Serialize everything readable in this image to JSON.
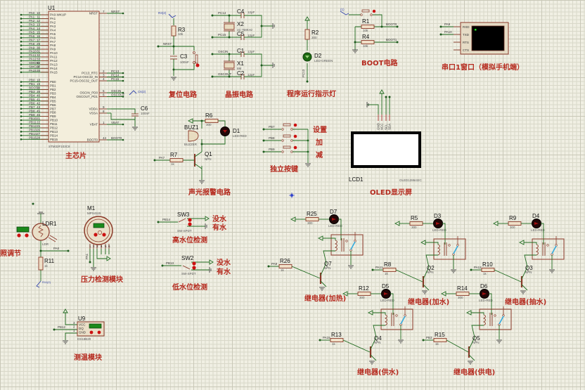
{
  "u1": {
    "ref": "U1",
    "part": "STM32F103C8",
    "caption": "主芯片",
    "left_pins_a": [
      {
        "num": "10",
        "name": "PA0-WKUP",
        "net": "PA0"
      },
      {
        "num": "11",
        "name": "PA1",
        "net": "PA1"
      },
      {
        "num": "12",
        "name": "PA2",
        "net": "PA2"
      },
      {
        "num": "13",
        "name": "PA3",
        "net": "PA3"
      },
      {
        "num": "14",
        "name": "PA4",
        "net": "PA4"
      },
      {
        "num": "15",
        "name": "PA5",
        "net": "PA5"
      },
      {
        "num": "16",
        "name": "PA6",
        "net": "PA6"
      },
      {
        "num": "17",
        "name": "PA7",
        "net": "PA7"
      },
      {
        "num": "29",
        "name": "PA8",
        "net": "PA8"
      },
      {
        "num": "30",
        "name": "PA9",
        "net": "PA9"
      },
      {
        "num": "31",
        "name": "PA10",
        "net": "PA10"
      },
      {
        "num": "32",
        "name": "PA11",
        "net": "PA11"
      },
      {
        "num": "33",
        "name": "PA12",
        "net": "PA12"
      },
      {
        "num": "34",
        "name": "PA13",
        "net": "SWDIO"
      },
      {
        "num": "37",
        "name": "PA14",
        "net": "SWCLK"
      },
      {
        "num": "38",
        "name": "PA15",
        "net": "PA15"
      }
    ],
    "left_pins_b": [
      {
        "num": "18",
        "name": "PB0",
        "net": "PB0"
      },
      {
        "num": "19",
        "name": "PB1",
        "net": "PB1"
      },
      {
        "num": "20",
        "name": "PB2",
        "net": "BOOT1"
      },
      {
        "num": "39",
        "name": "PB3",
        "net": "PB3"
      },
      {
        "num": "40",
        "name": "PB4",
        "net": "PB4"
      },
      {
        "num": "41",
        "name": "PB5",
        "net": "PB5"
      },
      {
        "num": "42",
        "name": "PB6",
        "net": "PB6"
      },
      {
        "num": "43",
        "name": "PB7",
        "net": "PB7"
      },
      {
        "num": "45",
        "name": "PB8",
        "net": "PB8"
      },
      {
        "num": "46",
        "name": "PB9",
        "net": "PB9"
      },
      {
        "num": "21",
        "name": "PB10",
        "net": "PB10"
      },
      {
        "num": "22",
        "name": "PB11",
        "net": "PB11"
      },
      {
        "num": "25",
        "name": "PB12",
        "net": "PB12"
      },
      {
        "num": "26",
        "name": "PB13",
        "net": "PB13"
      },
      {
        "num": "27",
        "name": "PB14",
        "net": "PB14"
      },
      {
        "num": "28",
        "name": "PB15",
        "net": "PB15"
      }
    ],
    "right_pins": [
      {
        "num": "7",
        "name": "NRST",
        "net": "NRST"
      },
      {
        "num": "2",
        "name": "PC13_RTC",
        "net": "PC13"
      },
      {
        "num": "3",
        "name": "PC14-OSC32_IN",
        "net": "PC14"
      },
      {
        "num": "4",
        "name": "PC15-OSC32_OUT",
        "net": "PC15"
      },
      {
        "num": "5",
        "name": "OSCIN_PD0",
        "net": "OSCIN"
      },
      {
        "num": "6",
        "name": "OSCOUT_PD1",
        "net": "OSCOUT"
      },
      {
        "num": "9",
        "name": "VDDA",
        "net": ""
      },
      {
        "num": "8",
        "name": "VSSA",
        "net": ""
      },
      {
        "num": "1",
        "name": "VBAT",
        "net": "VBAT"
      },
      {
        "num": "44",
        "name": "BOOT0",
        "net": "BOOT0"
      }
    ],
    "c6": {
      "ref": "C6",
      "value": "100nF",
      "label": "C6(2)"
    }
  },
  "reset": {
    "caption": "复位电路",
    "r3": {
      "ref": "R3",
      "value": "10k",
      "label": "R3(2)"
    },
    "c3": {
      "ref": "C3",
      "value": "100nF"
    },
    "net": "NRST"
  },
  "crystal": {
    "caption": "晶振电路",
    "x2": {
      "ref": "X2",
      "value": "32.768KHz"
    },
    "x1": {
      "ref": "X1",
      "value": "8M"
    },
    "c4": {
      "ref": "C4",
      "value": "12pF"
    },
    "c5": {
      "ref": "C5",
      "value": "12pF"
    },
    "c1": {
      "ref": "C1",
      "value": "12pF"
    },
    "c2": {
      "ref": "C2",
      "value": "12pF"
    },
    "nets": [
      "PC14",
      "PC15",
      "OSCIN",
      "OSCOUT"
    ]
  },
  "run_led": {
    "caption": "程序运行指示灯",
    "r2": {
      "ref": "R2",
      "value": "300"
    },
    "d2": {
      "ref": "D2",
      "value": "LED-GREEN"
    },
    "net": "PC13"
  },
  "boot": {
    "caption": "BOOT电路",
    "r1": {
      "ref": "R1",
      "value": "10k"
    },
    "r4": {
      "ref": "R4",
      "value": "10k"
    },
    "nets": [
      "BOOT0",
      "BOOT1"
    ],
    "label": "(1)"
  },
  "uart": {
    "caption": "串口1窗口（模拟手机端）",
    "pins": [
      "RXD",
      "TXD",
      "RTS",
      "CTS"
    ],
    "nets": [
      "PA9",
      "PA10"
    ]
  },
  "alarm": {
    "caption": "声光报警电路",
    "buz": {
      "ref": "BUZ1",
      "value": "BUZZER"
    },
    "r6": {
      "ref": "R6",
      "value": "300"
    },
    "d1": {
      "ref": "D1",
      "value": "LED-RED"
    },
    "r7": {
      "ref": "R7",
      "value": "1k"
    },
    "q1": {
      "ref": "Q1",
      "value": "NPN"
    },
    "net": "PA7"
  },
  "keys": {
    "caption": "独立按键",
    "nets": [
      "PB7",
      "PB8",
      "PB9"
    ],
    "labels": [
      "设置",
      "加",
      "减"
    ]
  },
  "oled": {
    "caption": "OLED显示屏",
    "ref": "LCD1",
    "part": "OLED12864I2C",
    "pins": [
      "GND",
      "VCC",
      "SCL",
      "SDA"
    ]
  },
  "ldr": {
    "caption": "光照调节",
    "ref": "LDR1",
    "value": "LDR",
    "r11": {
      "ref": "R11",
      "value": "1k"
    },
    "net": "PA0",
    "label": "R11(2)"
  },
  "pressure": {
    "caption": "压力检测模块",
    "ref": "M1",
    "part": "MPX4115",
    "pins": [
      "1",
      "2",
      "3",
      "4",
      "5",
      "6"
    ],
    "net": "PA1"
  },
  "high_water": {
    "caption": "高水位检测",
    "ref": "SW3",
    "part": "SW-SPDT",
    "net": "PB14",
    "states": [
      "没水",
      "有水"
    ]
  },
  "low_water": {
    "caption": "低水位检测",
    "ref": "SW2",
    "part": "SW-SPDT",
    "net": "PB13",
    "states": [
      "没水",
      "有水"
    ]
  },
  "temp": {
    "caption": "测温模块",
    "ref": "U9",
    "part": "DS18B20",
    "pins": [
      {
        "num": "3",
        "name": "VCC"
      },
      {
        "num": "2",
        "name": "DQ"
      },
      {
        "num": "1",
        "name": "GND"
      }
    ],
    "net": "PB12"
  },
  "relays": [
    {
      "caption": "继电器(加热)",
      "r_led": {
        "ref": "R25",
        "value": "300"
      },
      "led": {
        "ref": "D7",
        "value": "LED-RED"
      },
      "r_base": {
        "ref": "R26",
        "value": "1k"
      },
      "q": {
        "ref": "Q7",
        "value": "NPN"
      },
      "net": "PA8"
    },
    {
      "caption": "继电器(加水)",
      "r_led": {
        "ref": "R5",
        "value": "300"
      },
      "led": {
        "ref": "D3",
        "value": "LED-RED"
      },
      "r_base": {
        "ref": "R8",
        "value": "1k"
      },
      "q": {
        "ref": "Q2",
        "value": "NPN"
      },
      "net": "PA11"
    },
    {
      "caption": "继电器(抽水)",
      "r_led": {
        "ref": "R9",
        "value": "300"
      },
      "led": {
        "ref": "D4",
        "value": "LED-RED"
      },
      "r_base": {
        "ref": "R10",
        "value": "1k"
      },
      "q": {
        "ref": "Q3",
        "value": "NPN"
      },
      "net": "PA12"
    },
    {
      "caption": "继电器(供水)",
      "r_led": {
        "ref": "R12",
        "value": "300"
      },
      "led": {
        "ref": "D5",
        "value": "LED-RED"
      },
      "r_base": {
        "ref": "R13",
        "value": "1k"
      },
      "q": {
        "ref": "Q4",
        "value": "NPN"
      },
      "net": "PA15"
    },
    {
      "caption": "继电器(供电)",
      "r_led": {
        "ref": "R14",
        "value": "300"
      },
      "led": {
        "ref": "D6",
        "value": "LED-RED"
      },
      "r_base": {
        "ref": "R15",
        "value": "1k"
      },
      "q": {
        "ref": "Q5",
        "value": "NPN"
      },
      "net": "PB3"
    }
  ]
}
